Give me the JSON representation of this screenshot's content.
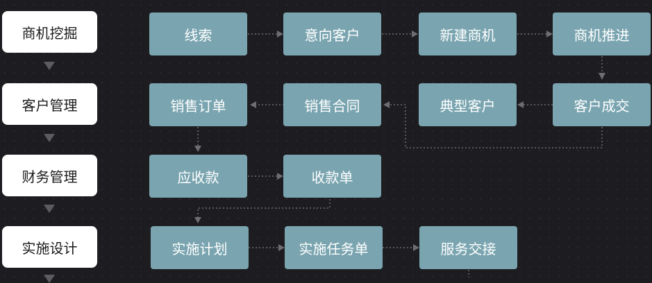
{
  "colors": {
    "background": "#1d1d21",
    "stage_box": "#ffffff",
    "node": "#7aa5b0",
    "connector": "#6d6d72"
  },
  "stages": [
    {
      "label": "商机挖掘"
    },
    {
      "label": "客户管理"
    },
    {
      "label": "财务管理"
    },
    {
      "label": "实施设计"
    }
  ],
  "nodes": {
    "clue": "线索",
    "intent_customer": "意向客户",
    "new_opportunity": "新建商机",
    "opportunity_progress": "商机推进",
    "sales_order": "销售订单",
    "sales_contract": "销售合同",
    "typical_customer": "典型客户",
    "customer_deal": "客户成交",
    "receivable": "应收款",
    "receipt": "收款单",
    "impl_plan": "实施计划",
    "impl_task": "实施任务单",
    "service_handover": "服务交接"
  }
}
